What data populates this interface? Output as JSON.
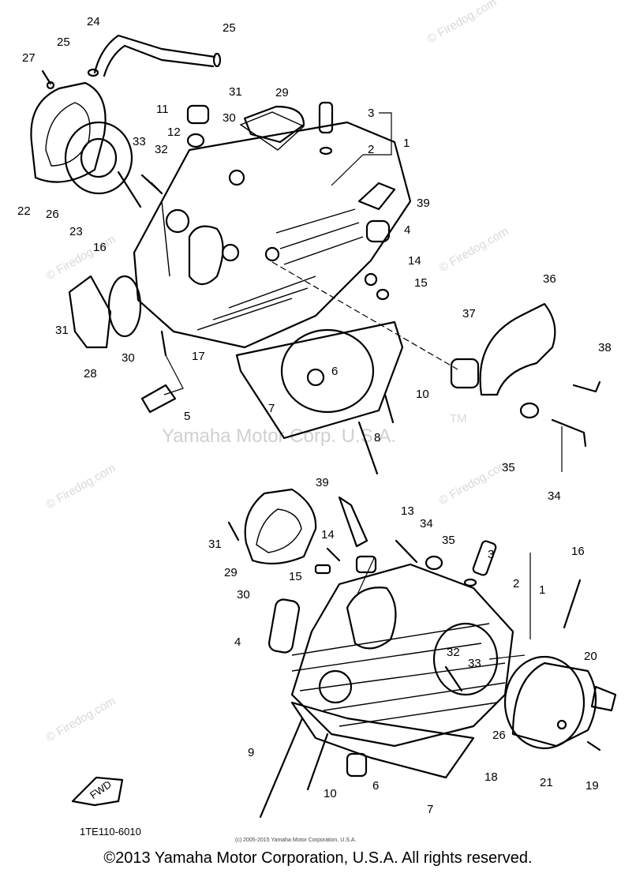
{
  "watermarks": {
    "main": "Yamaha Motor Corp. U.S.A.",
    "site": "© Firedog.com",
    "tm": "TM"
  },
  "diagram": {
    "code": "1TE110-6010",
    "fwd_label": "FWD",
    "copyright_small": "(c) 2005-2015 Yamaha Motor Corporation, U.S.A."
  },
  "footer": {
    "copyright": "©2013 Yamaha Motor Corporation, U.S.A. All rights reserved."
  },
  "callouts": [
    "24",
    "25",
    "25",
    "27",
    "31",
    "29",
    "3",
    "1",
    "30",
    "2",
    "11",
    "12",
    "33",
    "32",
    "39",
    "22",
    "26",
    "23",
    "16",
    "4",
    "14",
    "15",
    "36",
    "31",
    "37",
    "30",
    "28",
    "17",
    "38",
    "6",
    "10",
    "5",
    "7",
    "8",
    "35",
    "34",
    "39",
    "13",
    "34",
    "35",
    "3",
    "16",
    "31",
    "14",
    "29",
    "15",
    "2",
    "1",
    "30",
    "4",
    "32",
    "33",
    "20",
    "9",
    "26",
    "6",
    "10",
    "18",
    "21",
    "19",
    "7"
  ]
}
